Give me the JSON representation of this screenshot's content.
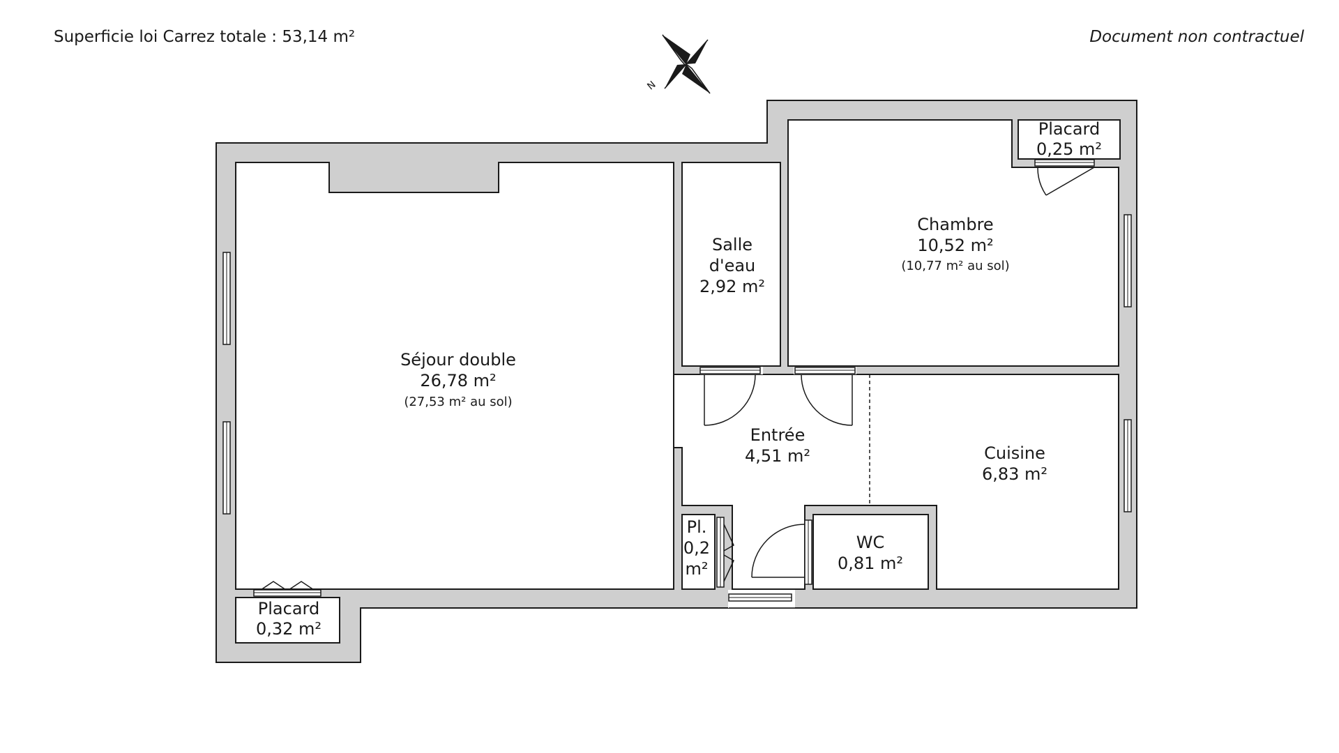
{
  "header": {
    "total_surface": "Superficie loi Carrez totale :  53,14 m²",
    "disclaimer": "Document non contractuel"
  },
  "compass": {
    "label": "N"
  },
  "rooms": {
    "sejour": {
      "name": "Séjour double",
      "area": "26,78 m²",
      "floor_area": "(27,53 m² au sol)"
    },
    "salle_eau": {
      "name_line1": "Salle",
      "name_line2": "d'eau",
      "area": "2,92 m²"
    },
    "chambre": {
      "name": "Chambre",
      "area": "10,52 m²",
      "floor_area": "(10,77 m² au sol)"
    },
    "placard_chambre": {
      "name": "Placard",
      "area": "0,25 m²"
    },
    "entree": {
      "name": "Entrée",
      "area": "4,51 m²"
    },
    "cuisine": {
      "name": "Cuisine",
      "area": "6,83 m²"
    },
    "wc": {
      "name": "WC",
      "area": "0,81 m²"
    },
    "placard_entree": {
      "name_line1": "Pl.",
      "name_line2": "0,2",
      "name_line3": "m²"
    },
    "placard_sejour": {
      "name": "Placard",
      "area": "0,32 m²"
    }
  },
  "colors": {
    "wall": "#cfcfcf",
    "line": "#1a1a1a",
    "room": "#ffffff"
  }
}
